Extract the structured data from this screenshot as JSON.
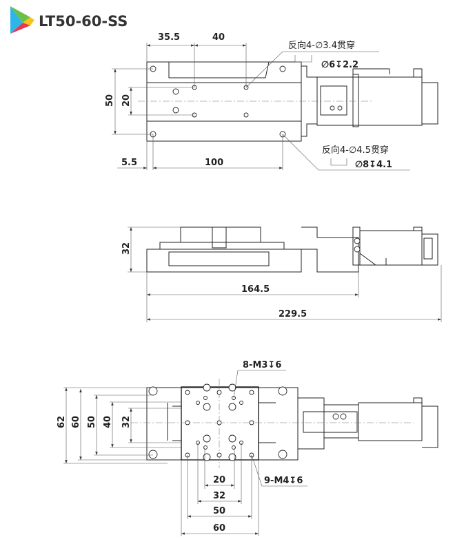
{
  "title": "LT50-60-SS",
  "colors": {
    "logo_blue": "#2fb6e8",
    "logo_green": "#6cc04a",
    "logo_yellow": "#f8c21a",
    "logo_red": "#e8384f"
  },
  "top_view": {
    "dims": {
      "d35_5": "35.5",
      "d40": "40",
      "d50": "50",
      "d20": "20",
      "d5_5": "5.5",
      "d100": "100"
    },
    "note1": {
      "line1": "反向4-∅3.4贯穿",
      "line2": "∅6↧2.2"
    },
    "note2": {
      "line1": "反向4-∅4.5贯穿",
      "line2": "∅8↧4.1"
    }
  },
  "side_view": {
    "dims": {
      "d32": "32",
      "d164_5": "164.5",
      "d229_5": "229.5"
    }
  },
  "bottom_view": {
    "dims": {
      "d62": "62",
      "d60": "60",
      "d50": "50",
      "d40": "40",
      "d32": "32",
      "b20": "20",
      "b32": "32",
      "b50": "50",
      "b60": "60"
    },
    "note_m3": "8-M3↧6",
    "note_m4": "9-M4↧6"
  }
}
